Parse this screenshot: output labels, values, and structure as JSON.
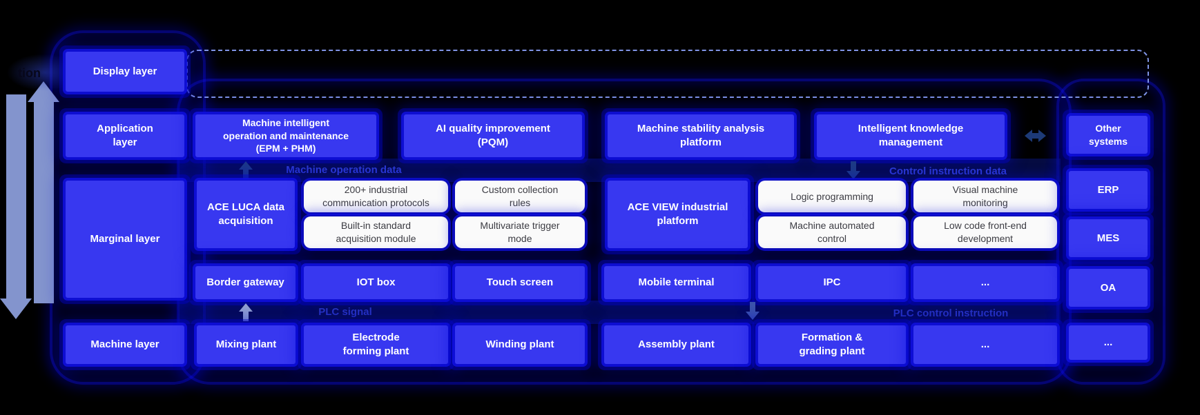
{
  "colors": {
    "background": "#000000",
    "accent_blue": "#3838f0",
    "glow_blue": "#0a0ae0",
    "white_box": "#fafafa",
    "label_blue": "#2c3ad4",
    "arrow_gray": "#8394cd",
    "dashed_border": "#8094e6"
  },
  "left_panel": {
    "truncated_label": "tion",
    "layers": [
      "Display layer",
      "Application\nlayer",
      "Marginal layer",
      "Machine layer"
    ]
  },
  "application_row": {
    "items": [
      "Machine intelligent\noperation and maintenance\n(EPM + PHM)",
      "AI quality improvement\n(PQM)",
      "Machine stability analysis\nplatform",
      "Intelligent knowledge\nmanagement"
    ]
  },
  "data_flow_labels": {
    "machine_operation_data": "Machine operation data",
    "control_instruction_data": "Control instruction data",
    "plc_signal": "PLC signal",
    "plc_control_instruction": "PLC control instruction"
  },
  "marginal_row": {
    "ace_luca": "ACE LUCA data\nacquisition",
    "features_a": [
      "200+ industrial\ncommunication protocols",
      "Built-in standard\nacquisition module"
    ],
    "features_b": [
      "Custom collection\nrules",
      "Multivariate trigger\nmode"
    ],
    "ace_view": "ACE VIEW industrial\nplatform",
    "features_c": [
      "Logic programming",
      "Machine automated\ncontrol"
    ],
    "features_d": [
      "Visual machine\nmonitoring",
      "Low code front-end\ndevelopment"
    ]
  },
  "device_row": [
    "Border gateway",
    "IOT box",
    "Touch screen",
    "Mobile terminal",
    "IPC",
    "..."
  ],
  "machine_row": [
    "Mixing plant",
    "Electrode\nforming plant",
    "Winding plant",
    "Assembly plant",
    "Formation &\ngrading plant",
    "...",
    "..."
  ],
  "external_systems": [
    "Other\nsystems",
    "ERP",
    "MES",
    "OA",
    "..."
  ]
}
